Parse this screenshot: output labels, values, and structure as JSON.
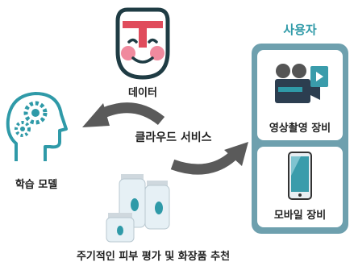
{
  "nodes": {
    "data": {
      "label": "데이터"
    },
    "model": {
      "label": "학습 모델"
    },
    "cloud": {
      "label": "클라우드 서비스"
    },
    "recommend": {
      "label": "주기적인 피부 평가 및 화장품 추천"
    }
  },
  "user_panel": {
    "title": "사용자",
    "devices": [
      {
        "label": "영상촬영 장비",
        "icon": "video-camera-icon"
      },
      {
        "label": "모바일 장비",
        "icon": "smartphone-icon"
      }
    ]
  },
  "colors": {
    "teal": "#2f9aa8",
    "panel": "#6ea0ae",
    "face": "#3a9cab",
    "cheek": "#f08a9e",
    "t_zone": "#e04c5c",
    "arrow": "#5a5a5a"
  }
}
